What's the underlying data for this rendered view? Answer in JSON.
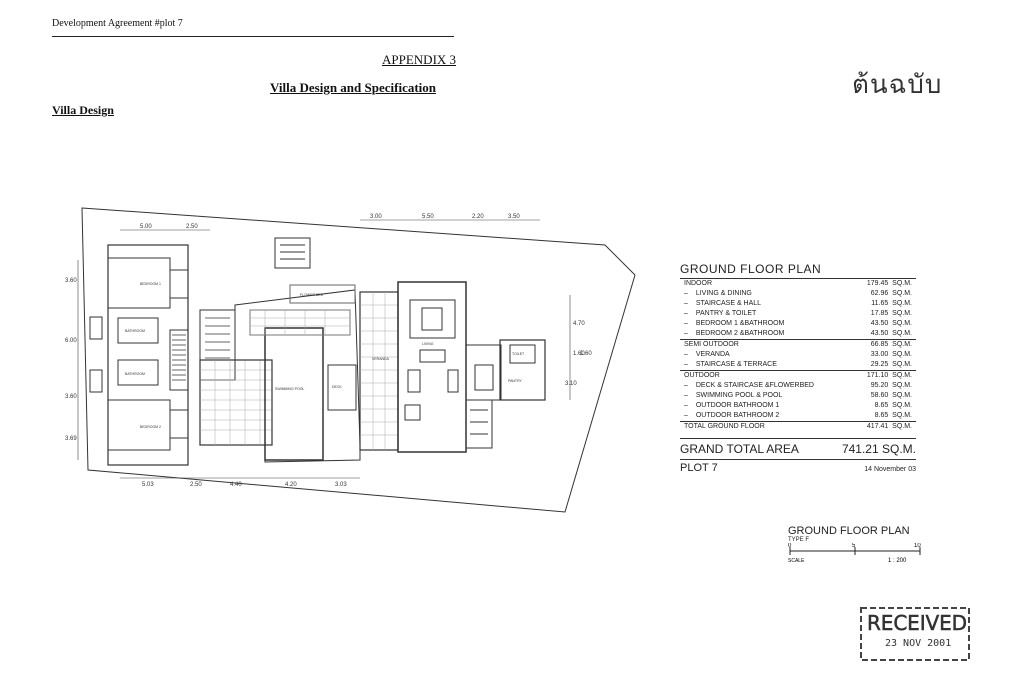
{
  "header": {
    "running_title": "Development Agreement #plot 7",
    "appendix": "APPENDIX 3",
    "subtitle": "Villa Design and Specification",
    "section": "Villa Design",
    "stamp_original": "ต้นฉบับ"
  },
  "area_table": {
    "heading": "GROUND FLOOR PLAN",
    "indoor": {
      "label": "INDOOR",
      "value": "179.45",
      "unit": "SQ.M.",
      "items": [
        {
          "name": "LIVING & DINING",
          "value": "62.96"
        },
        {
          "name": "STAIRCASE & HALL",
          "value": "11.65"
        },
        {
          "name": "PANTRY & TOILET",
          "value": "17.85"
        },
        {
          "name": "BEDROOM 1 &BATHROOM",
          "value": "43.50"
        },
        {
          "name": "BEDROOM 2 &BATHROOM",
          "value": "43.50"
        }
      ]
    },
    "semi_outdoor": {
      "label": "SEMI OUTDOOR",
      "value": "66.85",
      "unit": "SQ.M.",
      "items": [
        {
          "name": "VERANDA",
          "value": "33.00"
        },
        {
          "name": "STAIRCASE & TERRACE",
          "value": "29.25"
        }
      ]
    },
    "outdoor": {
      "label": "OUTDOOR",
      "value": "171.10",
      "unit": "SQ.M.",
      "items": [
        {
          "name": "DECK & STAIRCASE &FLOWERBED",
          "value": "95.20"
        },
        {
          "name": "SWIMMING POOL & POOL",
          "value": "58.60"
        },
        {
          "name": "OUTDOOR BATHROOM 1",
          "value": "8.65"
        },
        {
          "name": "OUTDOOR BATHROOM 2",
          "value": "8.65"
        }
      ]
    },
    "total": {
      "label": "TOTAL GROUND FLOOR",
      "value": "417.41",
      "unit": "SQ.M."
    },
    "grand_total": {
      "label": "GRAND TOTAL AREA",
      "value": "741.21",
      "unit": "SQ.M."
    },
    "plot": "PLOT 7",
    "date": "14 November 03"
  },
  "legend": {
    "title": "GROUND FLOOR PLAN",
    "type": "TYPE F",
    "scale_label": "SCALE",
    "scale_ticks": [
      "0",
      "5",
      "10"
    ],
    "scale_ratio": "1 : 200"
  },
  "stamp": {
    "word": "RECEIVED",
    "date": "23 NOV 2001"
  },
  "plan_dims": {
    "top": [
      "5.00",
      "2.50"
    ],
    "top_right": [
      "3.00",
      "5.50",
      "2.20",
      "3.50"
    ],
    "bottom": [
      "5.03",
      "2.50",
      "4.40",
      "4.20",
      "3.03"
    ],
    "left": [
      "3.60",
      "6.00",
      "3.60",
      "3.69"
    ],
    "right": [
      "4.70",
      "1.60",
      "1.60",
      "3.10"
    ]
  },
  "plan_labels": {
    "bedroom1": "BEDROOM 1",
    "bedroom2": "BEDROOM 2",
    "bathroom1": "BATHROOM",
    "bathroom2": "BATHROOM",
    "pool": "SWIMMING POOL",
    "deck": "DECK",
    "veranda": "VERANDA",
    "living": "LIVING",
    "pantry": "PANTRY",
    "flowerbed": "FLOWER BED",
    "toilet": "TOILET"
  }
}
